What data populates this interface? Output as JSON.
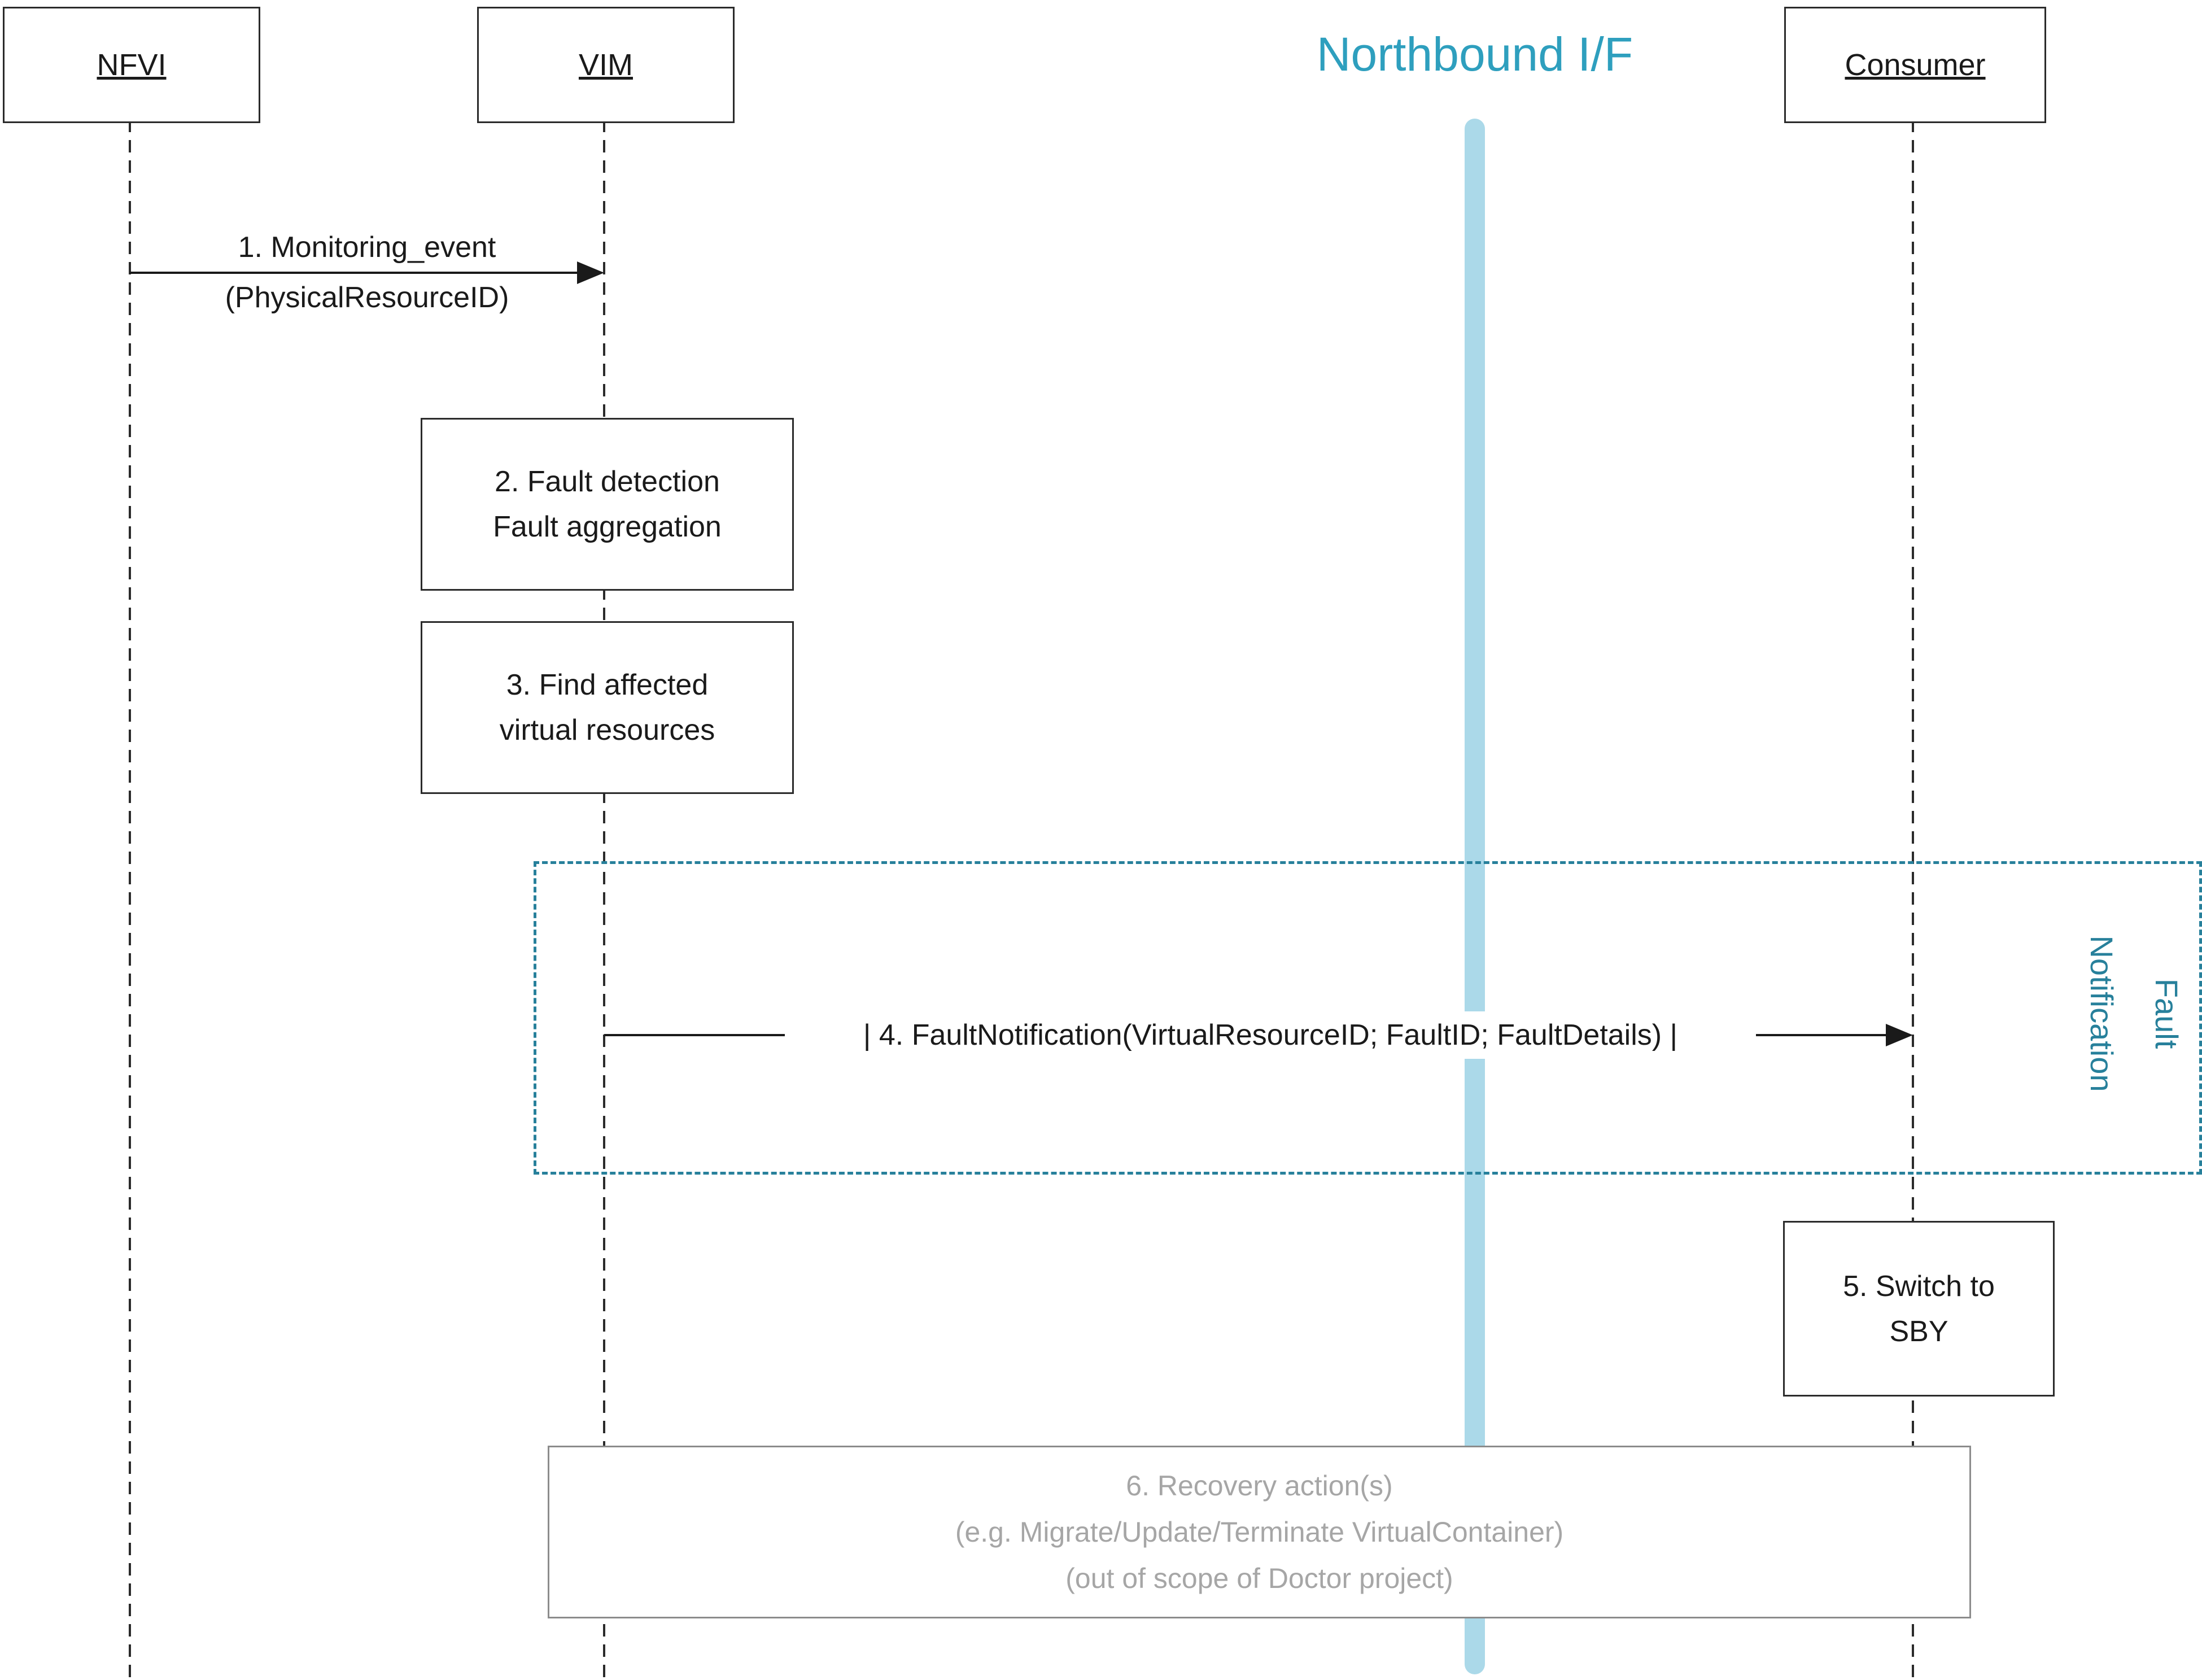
{
  "title": "Northbound I/F",
  "colors": {
    "heading_teal": "#2E9FBE",
    "region_teal": "#27809B",
    "northbound_line": "#ABD9E9",
    "gray_text": "#A6A6A6",
    "gray_border": "#8C8C8C"
  },
  "actors": [
    {
      "label": "NFVI"
    },
    {
      "label": "VIM"
    },
    {
      "label": "Consumer"
    }
  ],
  "messages": {
    "m1": {
      "line1": "1. Monitoring_event",
      "line2": "(PhysicalResourceID)"
    },
    "m4": {
      "label": "| 4. FaultNotification(VirtualResourceID; FaultID; FaultDetails) |"
    }
  },
  "steps": {
    "s2": {
      "line1": "2. Fault detection",
      "line2": "Fault aggregation"
    },
    "s3": {
      "line1": "3. Find affected",
      "line2": "virtual resources"
    },
    "s5": {
      "line1": "5. Switch to",
      "line2": "SBY"
    },
    "s6": {
      "line1": "6. Recovery action(s)",
      "line2": "(e.g. Migrate/Update/Terminate VirtualContainer)",
      "line3": "(out of scope of Doctor project)"
    }
  },
  "region": {
    "line1": "Fault",
    "line2": "Notification"
  }
}
